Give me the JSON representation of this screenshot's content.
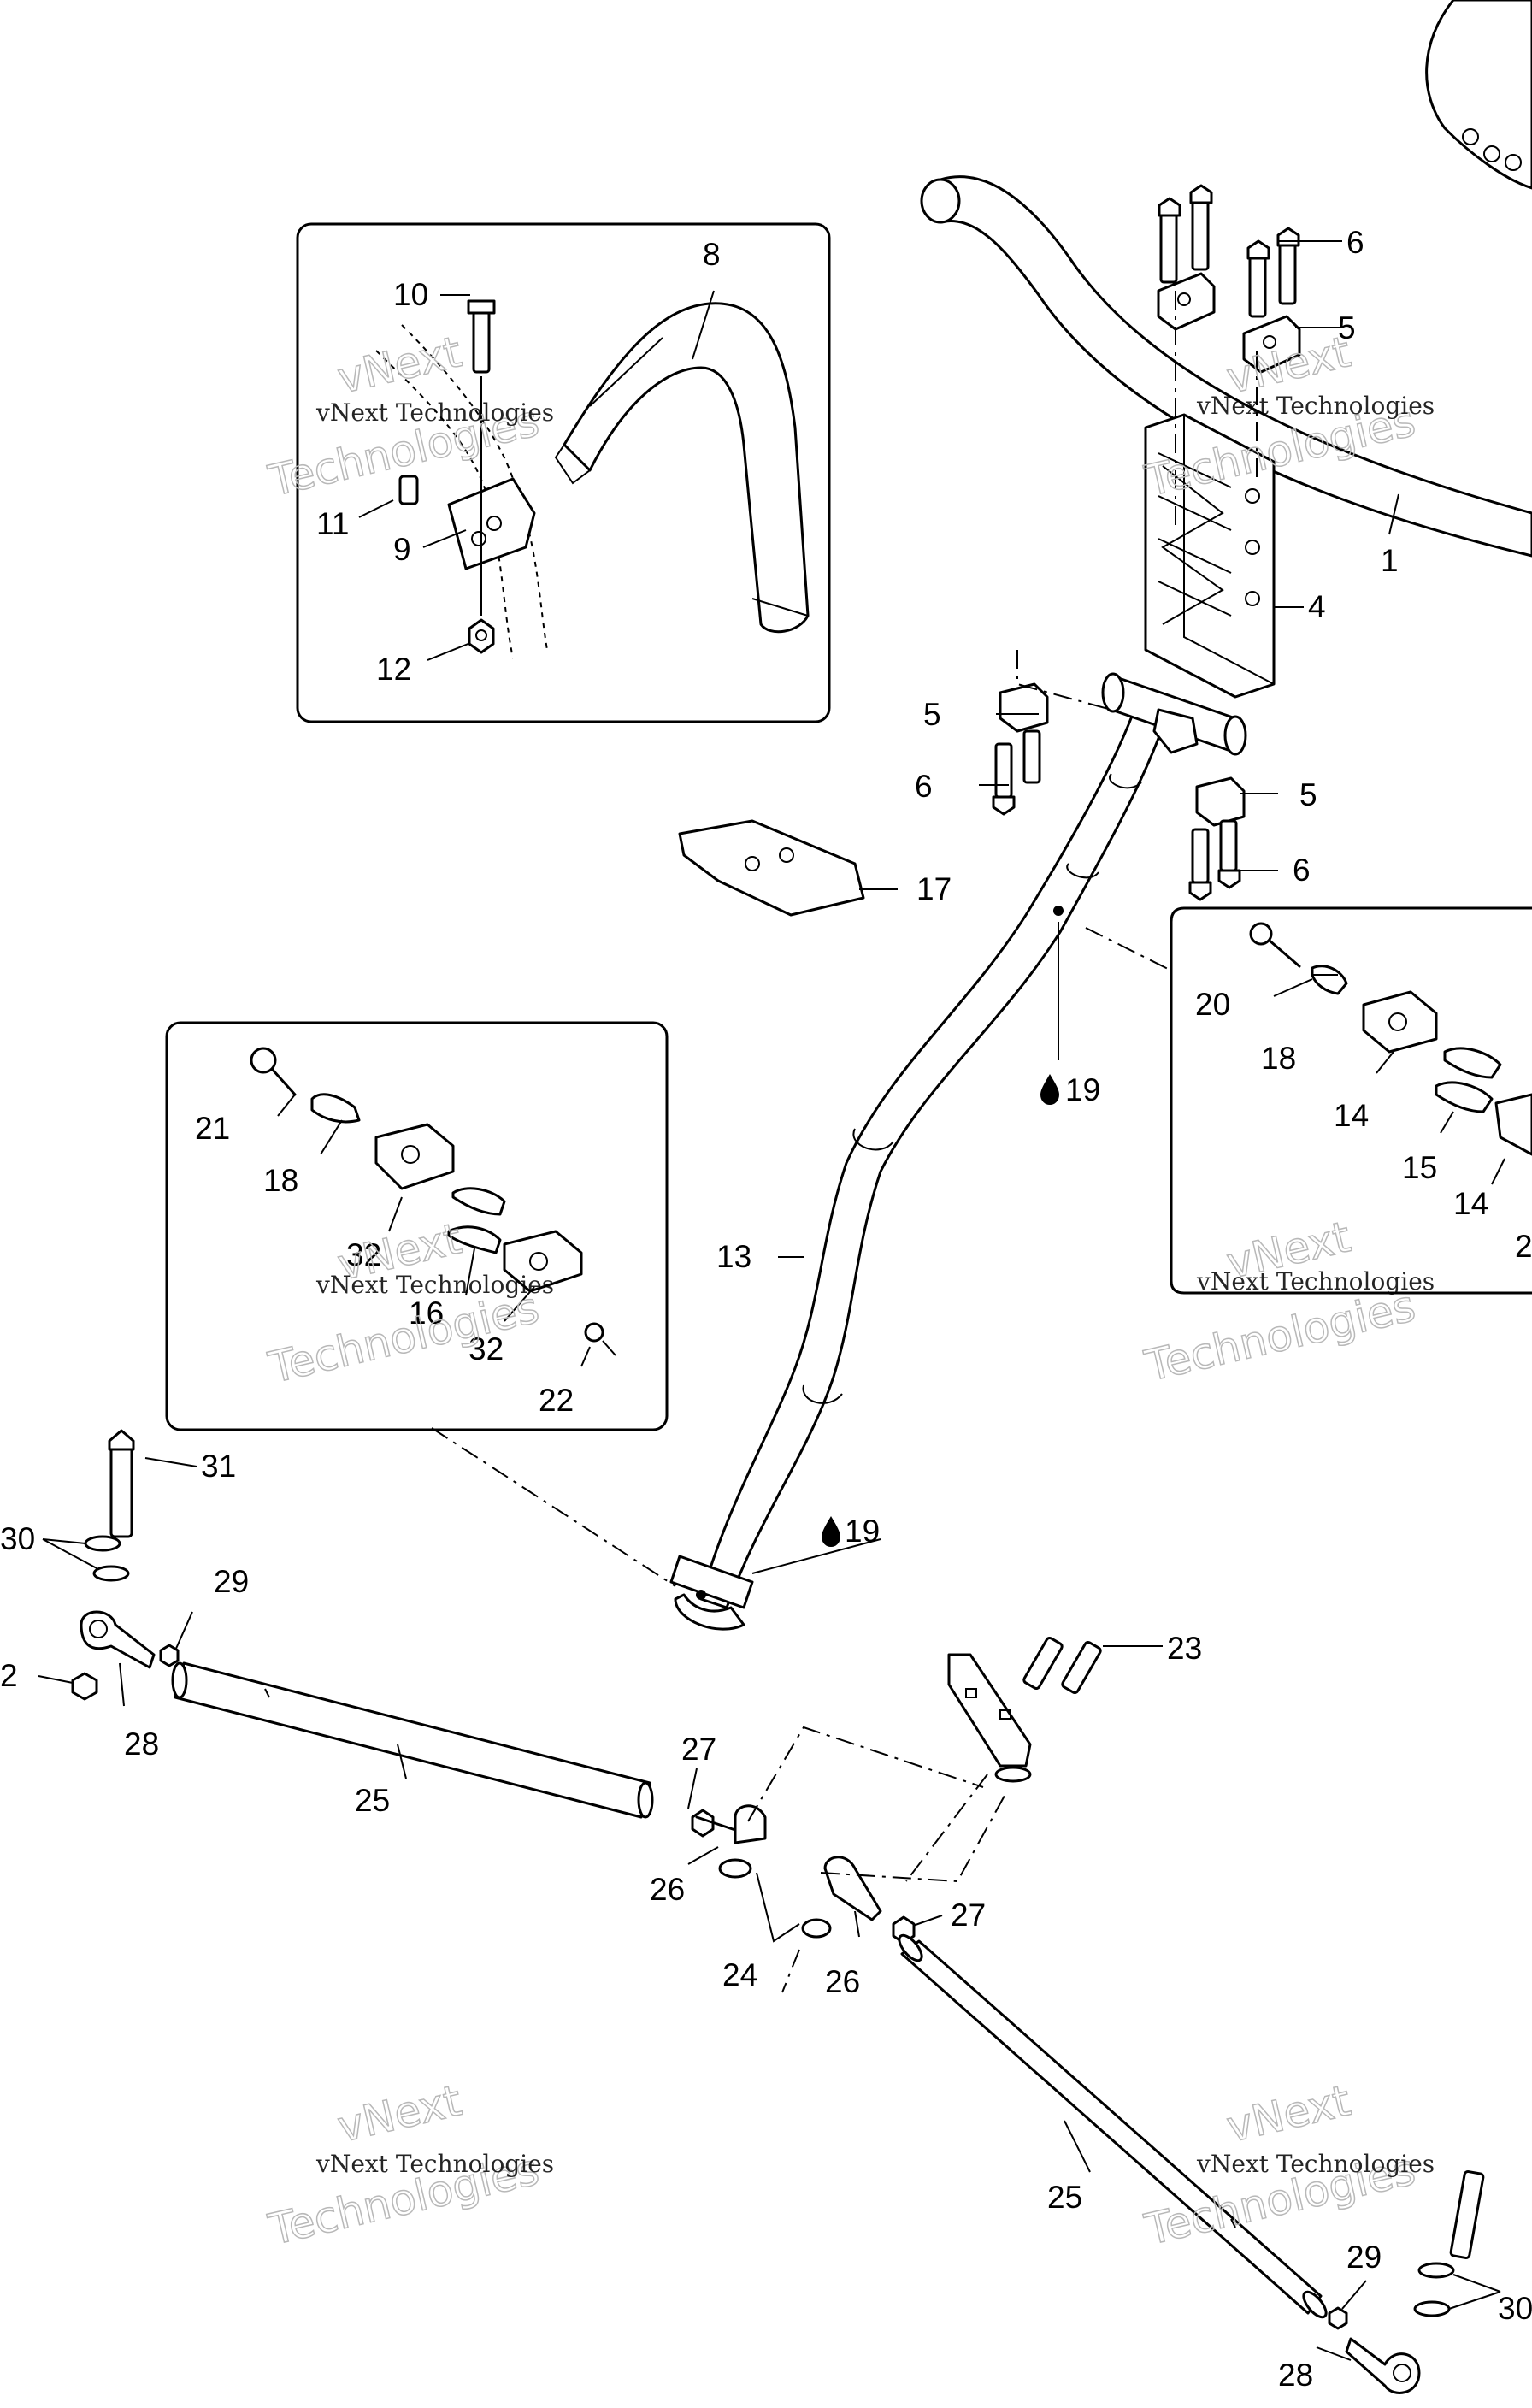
{
  "labels": {
    "l1": "1",
    "l2": "2",
    "l4": "4",
    "l5a": "5",
    "l5b": "5",
    "l5c": "5",
    "l6a": "6",
    "l6b": "6",
    "l6c": "6",
    "l8": "8",
    "l9": "9",
    "l10": "10",
    "l11": "11",
    "l12": "12",
    "l13": "13",
    "l14a": "14",
    "l14b": "14",
    "l15": "15",
    "l16": "16",
    "l17": "17",
    "l18a": "18",
    "l18b": "18",
    "l19a": "19",
    "l19b": "19",
    "l20": "20",
    "l21": "21",
    "l22": "22",
    "l23": "23",
    "l24": "24",
    "l25a": "25",
    "l25b": "25",
    "l26a": "26",
    "l26b": "26",
    "l27a": "27",
    "l27b": "27",
    "l28a": "28",
    "l28b": "28",
    "l29a": "29",
    "l29b": "29",
    "l30a": "30",
    "l30b": "30",
    "l31": "31",
    "l32a": "32",
    "l32b": "32",
    "l2cut": "2"
  },
  "watermark": {
    "line1": "vNext Technologies",
    "line2": "vNext",
    "line3": "Technologies"
  }
}
